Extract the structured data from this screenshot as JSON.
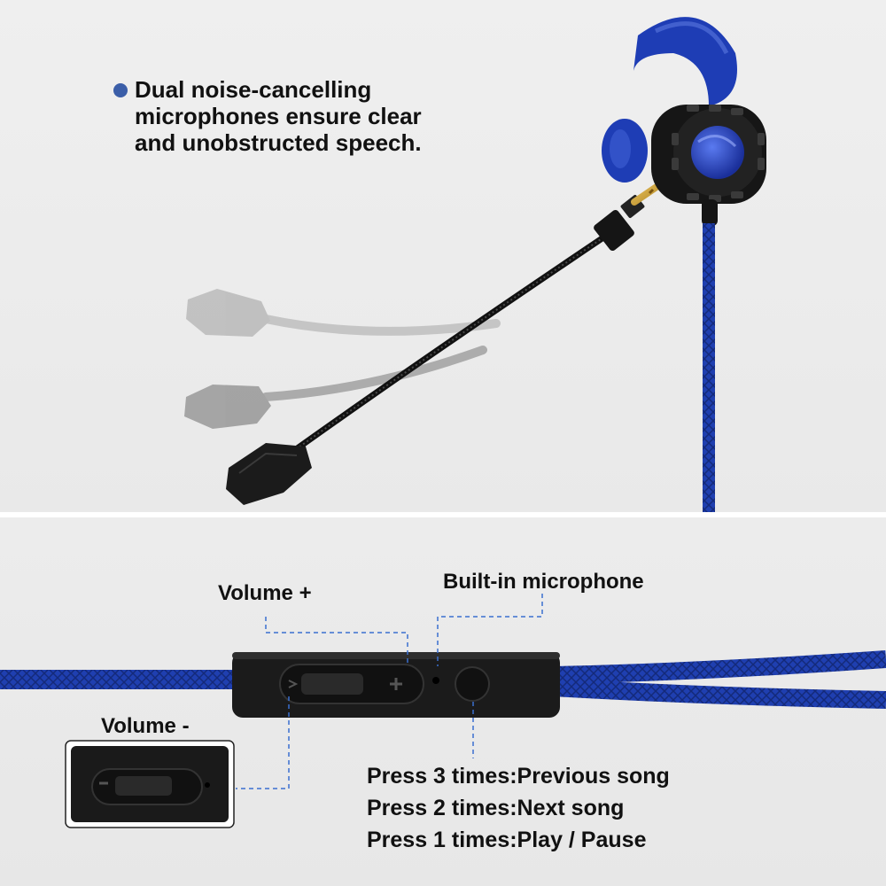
{
  "headline": {
    "text": "Dual noise-cancelling\nmicrophones ensure clear\nand unobstructed speech."
  },
  "labels": {
    "volume_plus": "Volume +",
    "built_in_microphone": "Built-in microphone",
    "volume_minus": "Volume -"
  },
  "press_instructions": [
    "Press 3 times:Previous song",
    "Press 2 times:Next song",
    "Press 1 times:Play / Pause"
  ],
  "colors": {
    "cable_blue": "#1f3fb0",
    "accent_dot": "#3b5ea8",
    "earpiece_black": "#1a1a1a",
    "jack_gold": "#d4a630"
  }
}
